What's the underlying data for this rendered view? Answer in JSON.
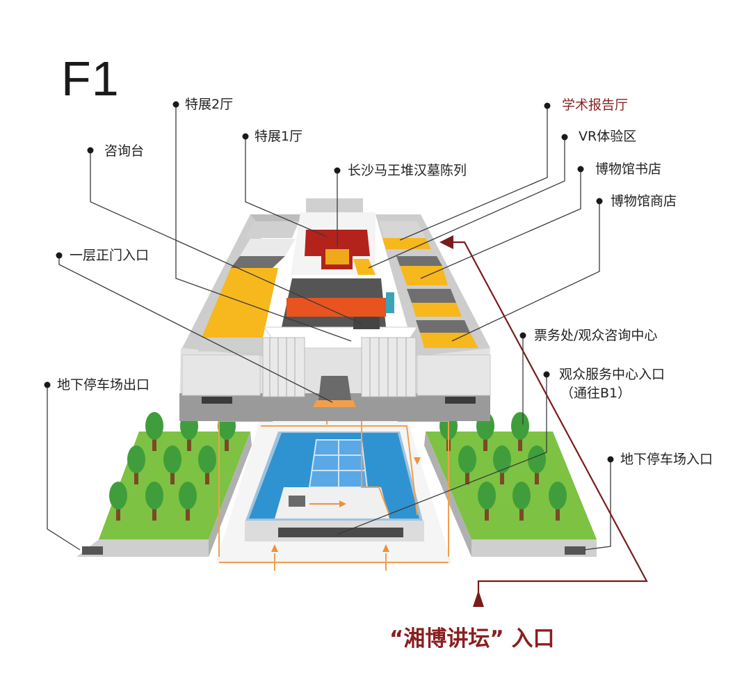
{
  "floor_label": "F1",
  "labels": {
    "special_exhibition_2": "特展2厅",
    "special_exhibition_1": "特展1厅",
    "info_desk": "咨询台",
    "mawangdui_exhibition": "长沙马王堆汉墓陈列",
    "academic_lecture_hall": "学术报告厅",
    "vr_zone": "VR体验区",
    "museum_bookstore": "博物馆书店",
    "museum_shop": "博物馆商店",
    "main_entrance": "一层正门入口",
    "ticket_office": "票务处/观众咨询中心",
    "visitor_service_entrance": "观众服务中心入口",
    "visitor_service_note": "（通往B1）",
    "parking_exit": "地下停车场出口",
    "parking_entrance": "地下停车场入口"
  },
  "forum_entrance": "“湘博讲坛” 入口",
  "colors": {
    "exhibit_yellow": "#f6b81c",
    "lecture_hall_red": "#b3231b",
    "highlight_orange": "#e8531f",
    "pool_blue": "#2f93d1",
    "lawn_green": "#7dc242",
    "tree_green": "#3f9e3b",
    "wall_gray": "#d5d5d5",
    "accent_maroon": "#8a1f1f",
    "route_orange": "#f0a04b"
  }
}
